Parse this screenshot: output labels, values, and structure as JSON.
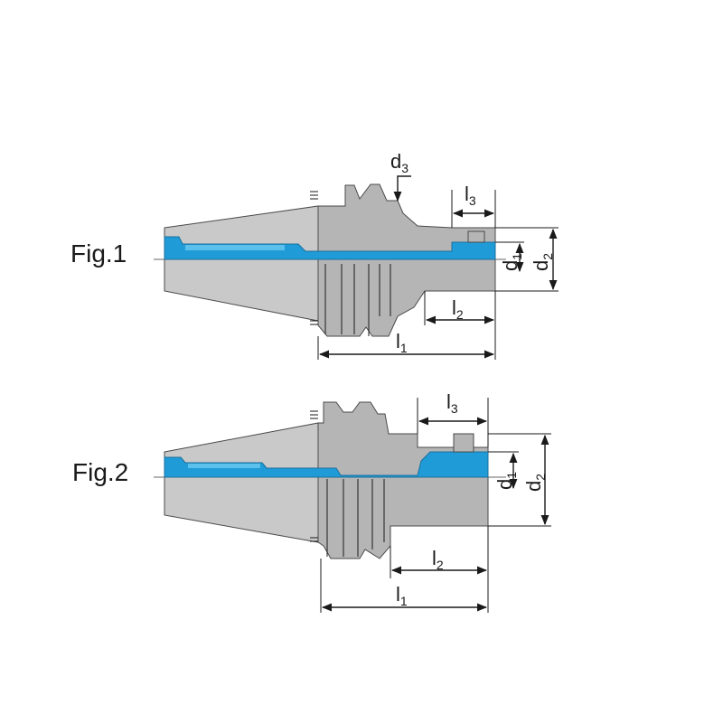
{
  "figures": [
    {
      "label": "Fig.1",
      "dims": {
        "d1": "d",
        "d1_sub": "1",
        "d2": "d",
        "d2_sub": "2",
        "d3": "d",
        "d3_sub": "3",
        "l1": "l",
        "l1_sub": "1",
        "l2": "l",
        "l2_sub": "2",
        "l3": "l",
        "l3_sub": "3"
      }
    },
    {
      "label": "Fig.2",
      "dims": {
        "d1": "d",
        "d1_sub": "1",
        "d2": "d",
        "d2_sub": "2",
        "l1": "l",
        "l1_sub": "1",
        "l2": "l",
        "l2_sub": "2",
        "l3": "l",
        "l3_sub": "3"
      }
    }
  ],
  "colors": {
    "body": "#c9c9c9",
    "bore": "#1f9bd7",
    "outline": "#4a4a4a"
  }
}
